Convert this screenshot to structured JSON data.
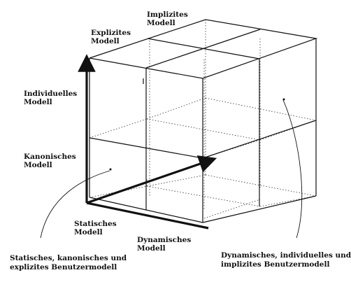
{
  "labels": {
    "implicit_line1": "Implizites",
    "implicit_line2": "Modell",
    "explicit_line1": "Explizites",
    "explicit_line2": "Modell",
    "individual_line1": "Individuelles",
    "individual_line2": "Modell",
    "canonical_line1": "Kanonisches",
    "canonical_line2": "Modell",
    "static_line1": "Statisches",
    "static_line2": "Modell",
    "dynamic_line1": "Dynamisches",
    "dynamic_line2": "Modell",
    "callout_left_line1": "Statisches, kanonisches und",
    "callout_left_line2": "explizites Benutzermodell",
    "callout_right_line1": "Dynamisches, individuelles und",
    "callout_right_line2": "implizites Benutzermodell"
  },
  "colors": {
    "ink": "#111111",
    "background": "#ffffff"
  }
}
